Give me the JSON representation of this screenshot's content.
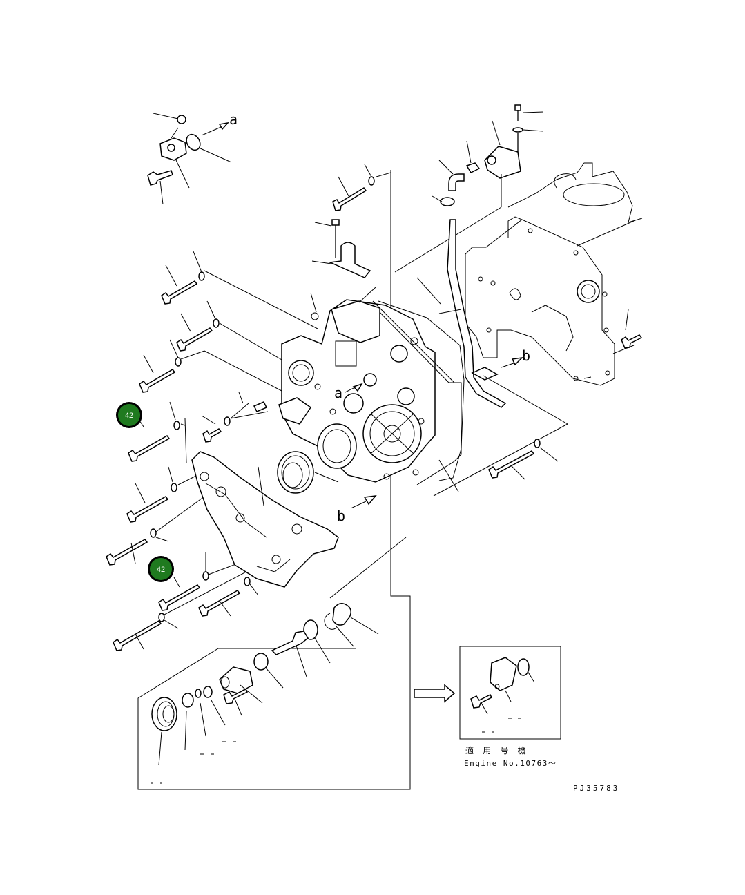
{
  "diagram": {
    "arrow_labels": {
      "a": "a",
      "b": "b"
    },
    "callouts": [
      {
        "label": "42",
        "color": "#1f7a1f"
      },
      {
        "label": "42",
        "color": "#1f7a1f"
      }
    ],
    "inset_note": {
      "title": "適 用 号 機",
      "engine_range": "Engine No.10763～"
    },
    "drawing_number": "PJ35783"
  }
}
